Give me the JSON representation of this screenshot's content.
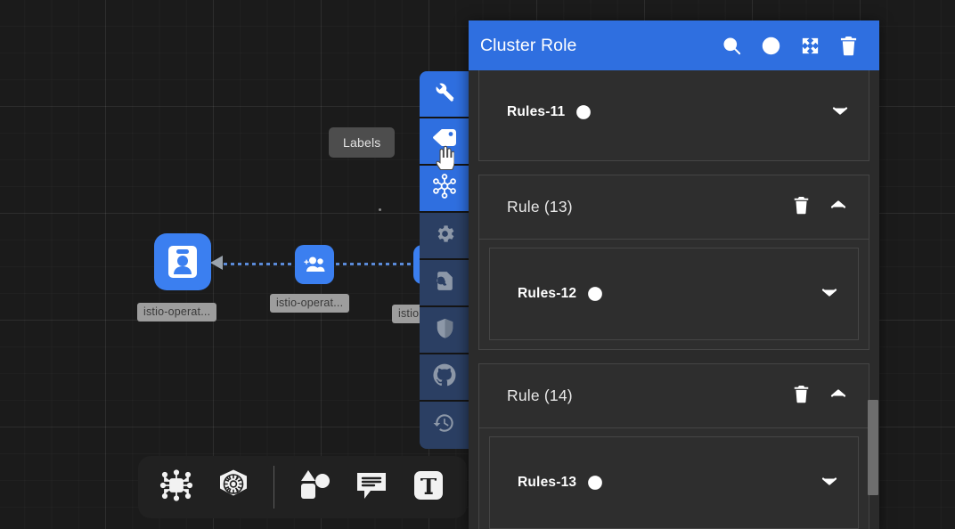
{
  "canvas": {
    "nodes": [
      {
        "id": "node-1",
        "icon": "id-badge-icon",
        "label": "istio-operat..."
      },
      {
        "id": "node-2",
        "icon": "user-group-icon",
        "label": "istio-operat..."
      },
      {
        "id": "node-3",
        "icon": "user-group-icon",
        "label": "istio..."
      }
    ],
    "tooltip": {
      "text": "Labels"
    }
  },
  "vertical_toolbar": {
    "items": [
      {
        "name": "wrench-icon",
        "label": "Tools",
        "state": "active"
      },
      {
        "name": "tag-icon",
        "label": "Labels",
        "state": "active"
      },
      {
        "name": "network-hub-icon",
        "label": "Topology",
        "state": "active"
      },
      {
        "name": "gear-icon",
        "label": "Settings",
        "state": "dim"
      },
      {
        "name": "document-search-icon",
        "label": "Inspect",
        "state": "dim"
      },
      {
        "name": "shield-icon",
        "label": "Security",
        "state": "dim"
      },
      {
        "name": "github-icon",
        "label": "GitHub",
        "state": "dim"
      },
      {
        "name": "history-icon",
        "label": "History",
        "state": "dim"
      }
    ]
  },
  "bottom_toolbar": {
    "items": [
      {
        "name": "microchip-icon",
        "label": "Infrastructure"
      },
      {
        "name": "kubernetes-icon",
        "label": "Kubernetes"
      },
      {
        "name": "divider",
        "label": ""
      },
      {
        "name": "shapes-icon",
        "label": "Shapes"
      },
      {
        "name": "comment-icon",
        "label": "Comment"
      },
      {
        "name": "text-icon",
        "label": "Text"
      }
    ]
  },
  "panel": {
    "header": {
      "title": "Cluster Role",
      "actions": [
        {
          "name": "search-icon",
          "label": "Search"
        },
        {
          "name": "help-icon",
          "label": "Help"
        },
        {
          "name": "expand-icon",
          "label": "Expand"
        },
        {
          "name": "delete-icon",
          "label": "Delete"
        }
      ]
    },
    "sections": [
      {
        "type": "rules",
        "title": "Rules-11",
        "help": "help-icon",
        "chevron": "chevron-down-icon"
      },
      {
        "type": "rule-group",
        "title": "Rule (13)",
        "delete": "delete-icon",
        "chevron": "chevron-up-icon",
        "children": [
          {
            "type": "rules",
            "title": "Rules-12",
            "help": "help-icon",
            "chevron": "chevron-down-icon"
          }
        ]
      },
      {
        "type": "rule-group",
        "title": "Rule (14)",
        "delete": "delete-icon",
        "chevron": "chevron-up-icon",
        "children": [
          {
            "type": "rules",
            "title": "Rules-13",
            "help": "help-icon",
            "chevron": "chevron-down-icon"
          }
        ]
      }
    ],
    "scrollbar": {
      "name": "panel-scrollbar"
    }
  },
  "colors": {
    "accent_blue": "#2f6fe0",
    "node_blue": "#3b7ff0",
    "canvas_bg": "#1b1b1b",
    "panel_bg": "#2b2b2b",
    "card_bg": "#2e2e2e",
    "card_border": "#454545"
  }
}
